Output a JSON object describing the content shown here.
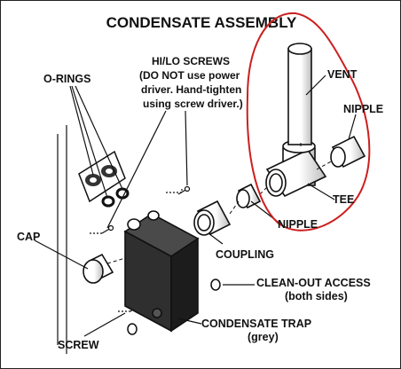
{
  "title": "CONDENSATE ASSEMBLY",
  "labels": {
    "o_rings": "O-RINGS",
    "hilo_1": "HI/LO SCREWS",
    "hilo_2": "(DO NOT use power",
    "hilo_3": "driver. Hand-tighten",
    "hilo_4": "using screw driver.)",
    "vent": "VENT",
    "nipple_right": "NIPPLE",
    "tee": "TEE",
    "nipple_lower": "NIPPLE",
    "cap": "CAP",
    "coupling": "COUPLING",
    "cleanout_1": "CLEAN-OUT ACCESS",
    "cleanout_2": "(both sides)",
    "trap_1": "CONDENSATE TRAP",
    "trap_2": "(grey)",
    "screw": "SCREW"
  },
  "colors": {
    "ink": "#111111",
    "trap_fill": "#2f2f2f",
    "trap_side": "#1c1c1c",
    "highlight_circle": "#cc1f1f"
  }
}
